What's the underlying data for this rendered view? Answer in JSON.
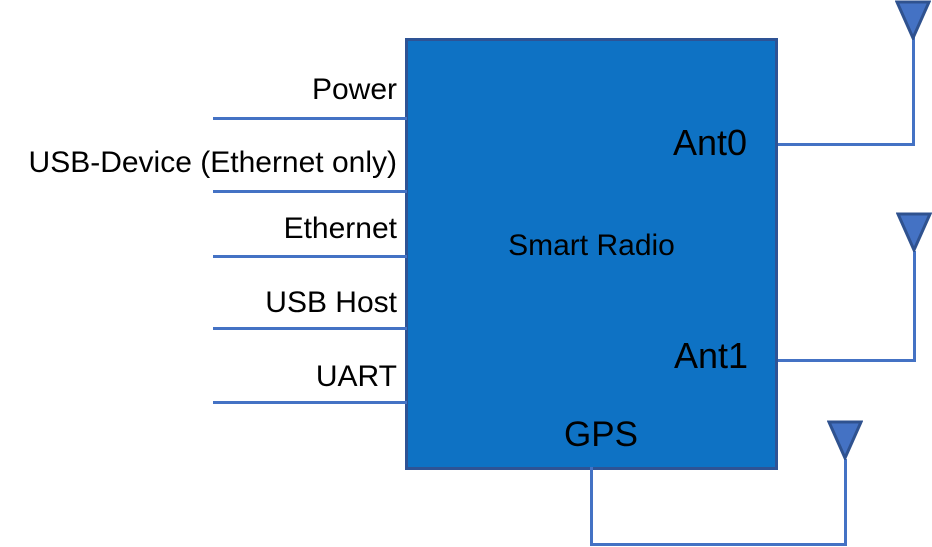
{
  "block": {
    "label": "Smart Radio"
  },
  "left_ports": [
    {
      "label": "Power"
    },
    {
      "label": "USB-Device (Ethernet only)"
    },
    {
      "label": "Ethernet"
    },
    {
      "label": "USB Host"
    },
    {
      "label": "UART"
    }
  ],
  "right_ports": [
    {
      "label": "Ant0"
    },
    {
      "label": "Ant1"
    }
  ],
  "bottom_ports": [
    {
      "label": "GPS"
    }
  ],
  "icons": {
    "antenna": "antenna-icon"
  },
  "colors": {
    "background": "#FFFFFF",
    "block_fill": "#0E72C4",
    "block_border": "#2E5395",
    "connector": "#4472C4",
    "antenna_fill": "#4472C4",
    "antenna_border": "#2F528F",
    "text": "#000000"
  }
}
